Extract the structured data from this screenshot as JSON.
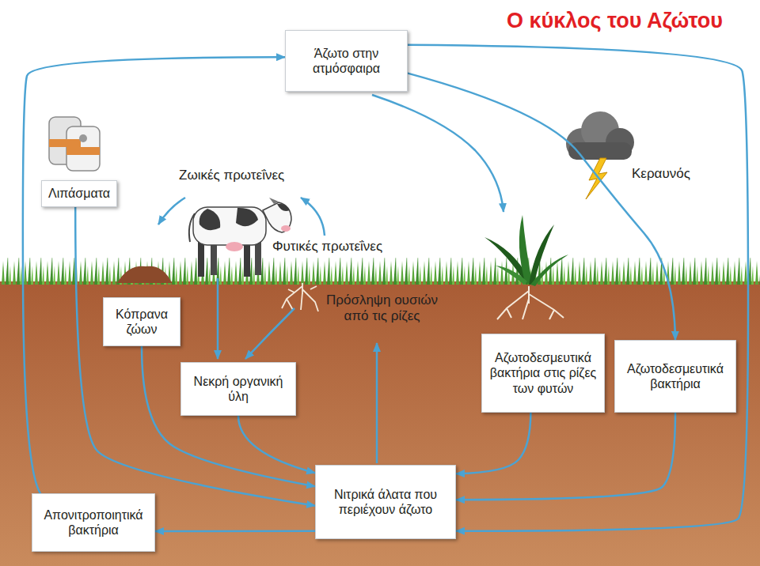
{
  "diagram": {
    "title": "Ο κύκλος του Αζώτου",
    "nodes": [
      {
        "text": [
          "Άζωτο στην ατμόσφαιρα"
        ]
      },
      {
        "text": [
          "Λιπάσματα"
        ]
      },
      {
        "text": [
          "Κόπρανα ζώων"
        ]
      },
      {
        "text": [
          "Νεκρή οργανική ύλη"
        ]
      },
      {
        "text": [
          "Αζωτοδεσμευτικά βακτήρια στις ρίζες των φυτών"
        ]
      },
      {
        "text": [
          "Αζωτοδεσμευτικά βακτήρια"
        ]
      },
      {
        "text": [
          "Νιτρικά άλατα που περιέχουν άζωτο"
        ]
      },
      {
        "text": [
          "Απονιτροποιητικά βακτήρια"
        ]
      }
    ],
    "edges": [
      {
        "from": 7,
        "to": 0,
        "arrow": "to"
      },
      {
        "from": 0,
        "to": 5,
        "arrow": "to"
      },
      {
        "from": 0,
        "to": 6,
        "arrow": "to"
      },
      {
        "from": 1,
        "to": 6,
        "arrow": "to"
      },
      {
        "from": 2,
        "to": 6,
        "arrow": "to"
      },
      {
        "from": 3,
        "to": 6,
        "arrow": "to"
      },
      {
        "from": 4,
        "to": 6,
        "arrow": "to"
      },
      {
        "from": 5,
        "to": 6,
        "arrow": "to"
      },
      {
        "from": 6,
        "to": 7,
        "arrow": "to"
      }
    ],
    "labels": [
      "Ζωικές πρωτεΐνες",
      "Φυτικές πρωτεΐνες",
      "Κεραυνός",
      "Πρόσληψη ουσιών από τις ρίζες"
    ]
  }
}
